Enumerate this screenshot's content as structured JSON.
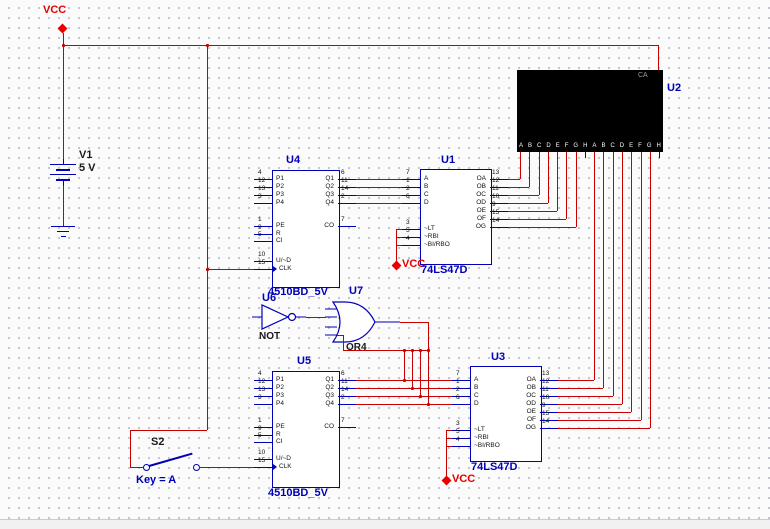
{
  "colors": {
    "wire": "#c80000",
    "component": "#0000b8",
    "vcc": "#e80000",
    "display_bg": "#000000"
  },
  "power": {
    "vcc_label": "VCC"
  },
  "battery": {
    "ref": "V1",
    "value": "5 V"
  },
  "switch": {
    "ref": "S2",
    "key": "Key = A"
  },
  "gates": {
    "not_gate": {
      "ref": "U6",
      "type": "NOT"
    },
    "or_gate": {
      "ref": "U7",
      "type": "OR4"
    }
  },
  "display": {
    "ref": "U2",
    "corner": "CA",
    "letters": [
      "A",
      "B",
      "C",
      "D",
      "E",
      "F",
      "G",
      "H",
      "A",
      "B",
      "C",
      "D",
      "E",
      "F",
      "G",
      "H"
    ]
  },
  "chips": {
    "u4": {
      "ref": "U4",
      "part": "4510BD_5V",
      "left": [
        {
          "name": "P1",
          "num": "4"
        },
        {
          "name": "P2",
          "num": "12"
        },
        {
          "name": "P3",
          "num": "13"
        },
        {
          "name": "P4",
          "num": "3"
        },
        {
          "name": "PE",
          "num": "1"
        },
        {
          "name": "R",
          "num": "9"
        },
        {
          "name": "CI",
          "num": "5"
        },
        {
          "name": "U/~D",
          "num": "10"
        },
        {
          "name": "CLK",
          "num": "15"
        }
      ],
      "right": [
        {
          "name": "Q1",
          "num": "6"
        },
        {
          "name": "Q2",
          "num": "11"
        },
        {
          "name": "Q3",
          "num": "14"
        },
        {
          "name": "Q4",
          "num": "2"
        },
        {
          "name": "CO",
          "num": "7"
        }
      ]
    },
    "u5": {
      "ref": "U5",
      "part": "4510BD_5V",
      "left": [
        {
          "name": "P1",
          "num": "4"
        },
        {
          "name": "P2",
          "num": "12"
        },
        {
          "name": "P3",
          "num": "13"
        },
        {
          "name": "P4",
          "num": "3"
        },
        {
          "name": "PE",
          "num": "1"
        },
        {
          "name": "R",
          "num": "9"
        },
        {
          "name": "CI",
          "num": "5"
        },
        {
          "name": "U/~D",
          "num": "10"
        },
        {
          "name": "CLK",
          "num": "15"
        }
      ],
      "right": [
        {
          "name": "Q1",
          "num": "6"
        },
        {
          "name": "Q2",
          "num": "11"
        },
        {
          "name": "Q3",
          "num": "14"
        },
        {
          "name": "Q4",
          "num": "2"
        },
        {
          "name": "CO",
          "num": "7"
        }
      ]
    },
    "u1": {
      "ref": "U1",
      "part": "74LS47D",
      "left": [
        {
          "name": "A",
          "num": "7"
        },
        {
          "name": "B",
          "num": "1"
        },
        {
          "name": "C",
          "num": "2"
        },
        {
          "name": "D",
          "num": "6"
        },
        {
          "name": "~LT",
          "num": "3"
        },
        {
          "name": "~RBI",
          "num": "5"
        },
        {
          "name": "~BI/RBO",
          "num": "4"
        }
      ],
      "right": [
        {
          "name": "OA",
          "num": "13"
        },
        {
          "name": "OB",
          "num": "12"
        },
        {
          "name": "OC",
          "num": "11"
        },
        {
          "name": "OD",
          "num": "10"
        },
        {
          "name": "OE",
          "num": "9"
        },
        {
          "name": "OF",
          "num": "15"
        },
        {
          "name": "OG",
          "num": "14"
        }
      ]
    },
    "u3": {
      "ref": "U3",
      "part": "74LS47D",
      "left": [
        {
          "name": "A",
          "num": "7"
        },
        {
          "name": "B",
          "num": "1"
        },
        {
          "name": "C",
          "num": "2"
        },
        {
          "name": "D",
          "num": "6"
        },
        {
          "name": "~LT",
          "num": "3"
        },
        {
          "name": "~RBI",
          "num": "5"
        },
        {
          "name": "~BI/RBO",
          "num": "4"
        }
      ],
      "right": [
        {
          "name": "OA",
          "num": "13"
        },
        {
          "name": "OB",
          "num": "12"
        },
        {
          "name": "OC",
          "num": "11"
        },
        {
          "name": "OD",
          "num": "10"
        },
        {
          "name": "OE",
          "num": "9"
        },
        {
          "name": "OF",
          "num": "15"
        },
        {
          "name": "OG",
          "num": "14"
        }
      ]
    }
  }
}
